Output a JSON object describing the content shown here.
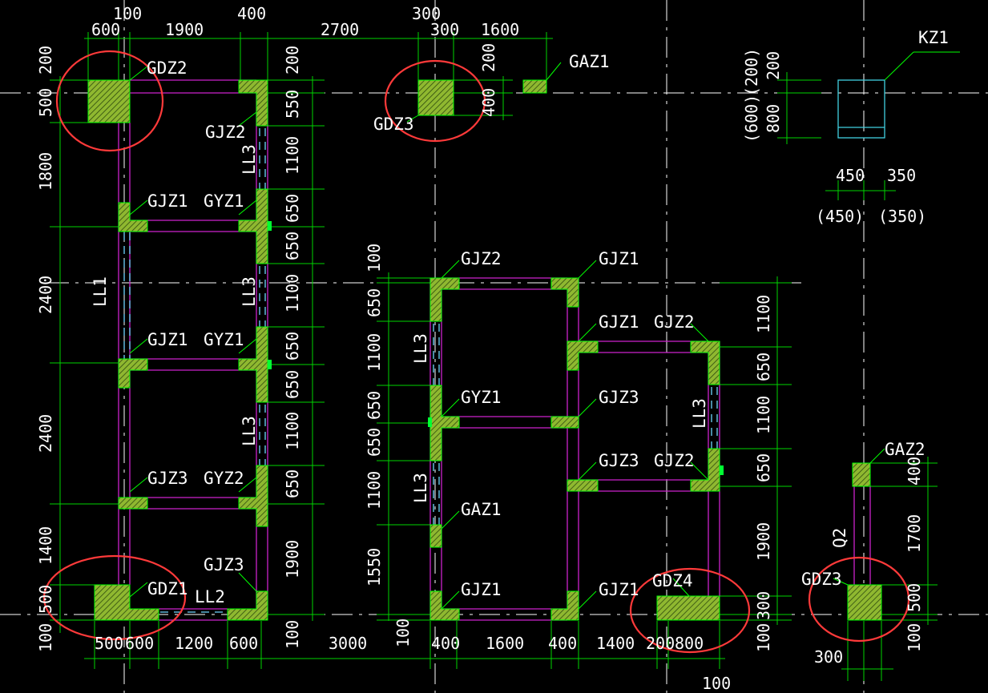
{
  "drawing": {
    "colors": {
      "background": "#000000",
      "dimension": "#00d400",
      "wall": "#cc22cc",
      "beam": "#6fd6ff",
      "column_fill": "#8fb830",
      "highlight": "#ff3a3a",
      "text": "#ffffff"
    },
    "component_labels": {
      "gdz2": "GDZ2",
      "gjz2_a": "GJZ2",
      "ll3_a": "LL3",
      "gjz1_a": "GJZ1",
      "gyz1_a": "GYZ1",
      "ll1": "LL1",
      "ll3_b": "LL3",
      "gjz1_b": "GJZ1",
      "gyz1_b": "GYZ1",
      "ll3_c": "LL3",
      "gjz3_a": "GJZ3",
      "gyz2_a": "GYZ2",
      "gjz3_b": "GJZ3",
      "gdz1": "GDZ1",
      "ll2": "LL2",
      "gdz3_top": "GDZ3",
      "gaz1_top": "GAZ1",
      "kz1": "KZ1",
      "gjz2_m": "GJZ2",
      "gjz1_m1": "GJZ1",
      "ll3_m1": "LL3",
      "gjz1_m2": "GJZ1",
      "gjz2_m2": "GJZ2",
      "gyz1_m": "GYZ1",
      "gjz3_m": "GJZ3",
      "ll3_m2": "LL3",
      "gjz3_m2": "GJZ3",
      "gyz2_m2": "GJZ2",
      "ll3_m3": "LL3",
      "gaz1_m": "GAZ1",
      "gjz1_m3": "GJZ1",
      "gjz1_m4": "GJZ1",
      "gdz4": "GDZ4",
      "gaz2": "GAZ2",
      "q2": "Q2",
      "gdz3_r": "GDZ3"
    },
    "dimensions": {
      "t1": "100",
      "t2": "600",
      "t3": "1900",
      "t4": "400",
      "t5": "2700",
      "t6": "300",
      "t7": "300",
      "t8": "1600",
      "l1": "200",
      "l2": "500",
      "l3": "1800",
      "l4": "2400",
      "l5": "2400",
      "l6": "1400",
      "l7": "500",
      "l8": "100",
      "r1": "200",
      "r2": "550",
      "r3": "1100",
      "r4": "650",
      "r5": "650",
      "r6": "1100",
      "r7": "650",
      "r8": "650",
      "r9": "1100",
      "r10": "650",
      "r11": "1900",
      "r12": "100",
      "b1": "500",
      "b2": "600",
      "b3": "1200",
      "b4": "600",
      "b5": "3000",
      "g1": "200",
      "g2": "400",
      "k1": "(200)",
      "k2": "200",
      "k3": "(600)",
      "k4": "800",
      "k5": "450",
      "k6": "350",
      "k7": "(450)",
      "k8": "(350)",
      "ml1": "100",
      "ml2": "650",
      "ml3": "1100",
      "ml4": "650",
      "ml5": "650",
      "ml6": "1100",
      "ml7": "1550",
      "ml8": "100",
      "mb1": "400",
      "mb2": "1600",
      "mb3": "400",
      "mb4": "1400",
      "mb5": "200",
      "mb6": "800",
      "mb7": "100",
      "mr1": "1100",
      "mr2": "650",
      "mr3": "1100",
      "mr4": "650",
      "mr5": "1900",
      "mr6": "300",
      "mr7": "100",
      "q1": "400",
      "q2": "1700",
      "q3": "500",
      "q4": "100",
      "q5": "300"
    }
  }
}
